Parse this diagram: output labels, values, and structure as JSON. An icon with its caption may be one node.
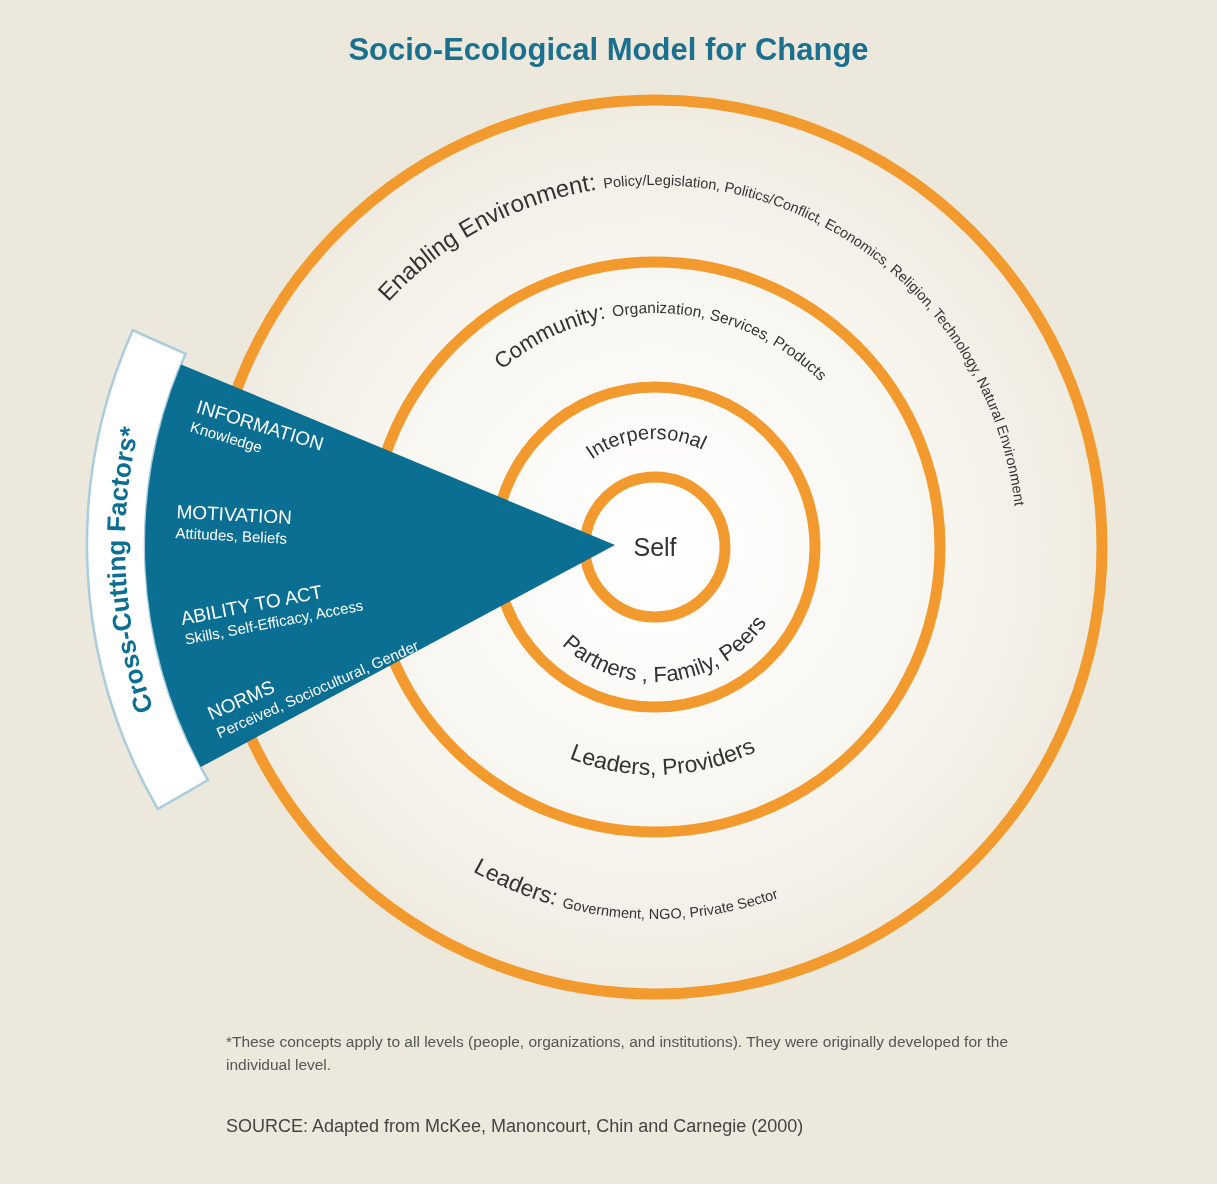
{
  "diagram": {
    "title": "Socio-Ecological Model for Change",
    "nodes": [
      {
        "text": [
          "Enabling Environment:",
          "Policy/Legislation, Politics/Conflict, Economics,",
          "Religion, Technology, Natural Environment",
          "Leaders:",
          "Government, NGO, Private Sector"
        ]
      },
      {
        "text": [
          "Community:",
          "Organization, Services, Products",
          "Leaders, Providers"
        ],
        "in": 0
      },
      {
        "text": [
          "Interpersonal",
          "Partners , Family, Peers"
        ],
        "in": 1
      },
      {
        "text": [
          "Self"
        ],
        "in": 2
      },
      {
        "text": [
          "Cross-Cutting Factors*"
        ]
      },
      {
        "text": [
          "INFORMATION",
          "Knowledge",
          "MOTIVATION",
          "Attitudes, Beliefs",
          "ABILITY TO ACT",
          "Skills, Self-Efficacy, Access",
          "NORMS",
          "Perceived, Sociocultural, Gender"
        ]
      }
    ],
    "labels": [
      "*These concepts apply to all levels (people, organizations, and institutions). They were originally developed for the individual level.",
      "SOURCE: Adapted from McKee, Manoncourt, Chin and Carnegie (2000)"
    ]
  }
}
